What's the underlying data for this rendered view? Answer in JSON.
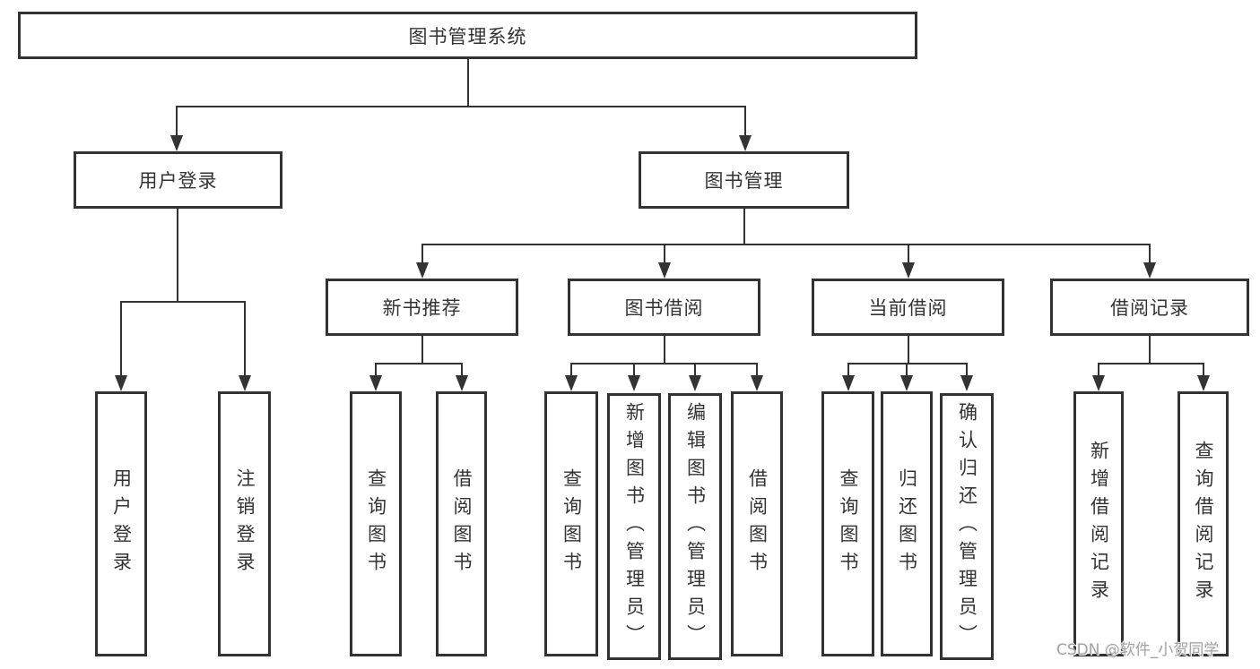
{
  "diagram_title": "图书管理系统",
  "nodes": {
    "root": "图书管理系统",
    "user_login": "用户登录",
    "book_management": "图书管理",
    "leaf_user_login": "用户登录",
    "leaf_logout": "注销登录",
    "new_book_recommend": "新书推荐",
    "book_borrow": "图书借阅",
    "current_borrow": "当前借阅",
    "borrow_records": "借阅记录",
    "nb_query_books": "查询图书",
    "nb_borrow_books": "借阅图书",
    "bb_query_books": "查询图书",
    "bb_add_books_admin": "新增图书（管理员）",
    "bb_edit_books_admin": "编辑图书（管理员）",
    "bb_borrow_books": "借阅图书",
    "cb_query_books": "查询图书",
    "cb_return_books": "归还图书",
    "cb_confirm_return_admin": "确认归还（管理员）",
    "br_add_record": "新增借阅记录",
    "br_query_record": "查询借阅记录"
  },
  "tree": {
    "图书管理系统": {
      "用户登录": [
        "用户登录",
        "注销登录"
      ],
      "图书管理": {
        "新书推荐": [
          "查询图书",
          "借阅图书"
        ],
        "图书借阅": [
          "查询图书",
          "新增图书（管理员）",
          "编辑图书（管理员）",
          "借阅图书"
        ],
        "当前借阅": [
          "查询图书",
          "归还图书",
          "确认归还（管理员）"
        ],
        "借阅记录": [
          "新增借阅记录",
          "查询借阅记录"
        ]
      }
    }
  },
  "watermark": "CSDN @软件_小贺同学",
  "colors": {
    "line": "#333333",
    "text": "#333333",
    "background": "#ffffff",
    "watermark": "#a3a3a3"
  }
}
